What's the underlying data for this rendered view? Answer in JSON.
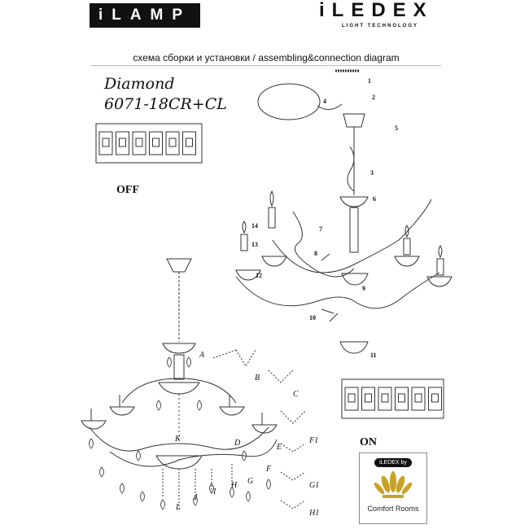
{
  "logos": {
    "ilamp": "iLAMP",
    "iledex": "iLEDEX",
    "iledex_tagline": "LIGHT TECHNOLOGY"
  },
  "heading": "схема сборки и установки / assembling&connection diagram",
  "product": {
    "name": "Diamond",
    "model": "6071-18CR+CL"
  },
  "switch_states": {
    "off": "OFF",
    "on": "ON"
  },
  "assembly_steps": [
    "1",
    "2",
    "3",
    "4",
    "5",
    "6",
    "7",
    "8",
    "9",
    "10",
    "11",
    "12",
    "13",
    "14"
  ],
  "part_labels": [
    "A",
    "B",
    "C",
    "D",
    "E",
    "F",
    "F1",
    "G",
    "G1",
    "H",
    "H1",
    "I",
    "J",
    "K",
    "L"
  ],
  "badge": {
    "top": "iLEDEX by",
    "brand": "Comfort Rooms",
    "color": "#c9a227"
  }
}
